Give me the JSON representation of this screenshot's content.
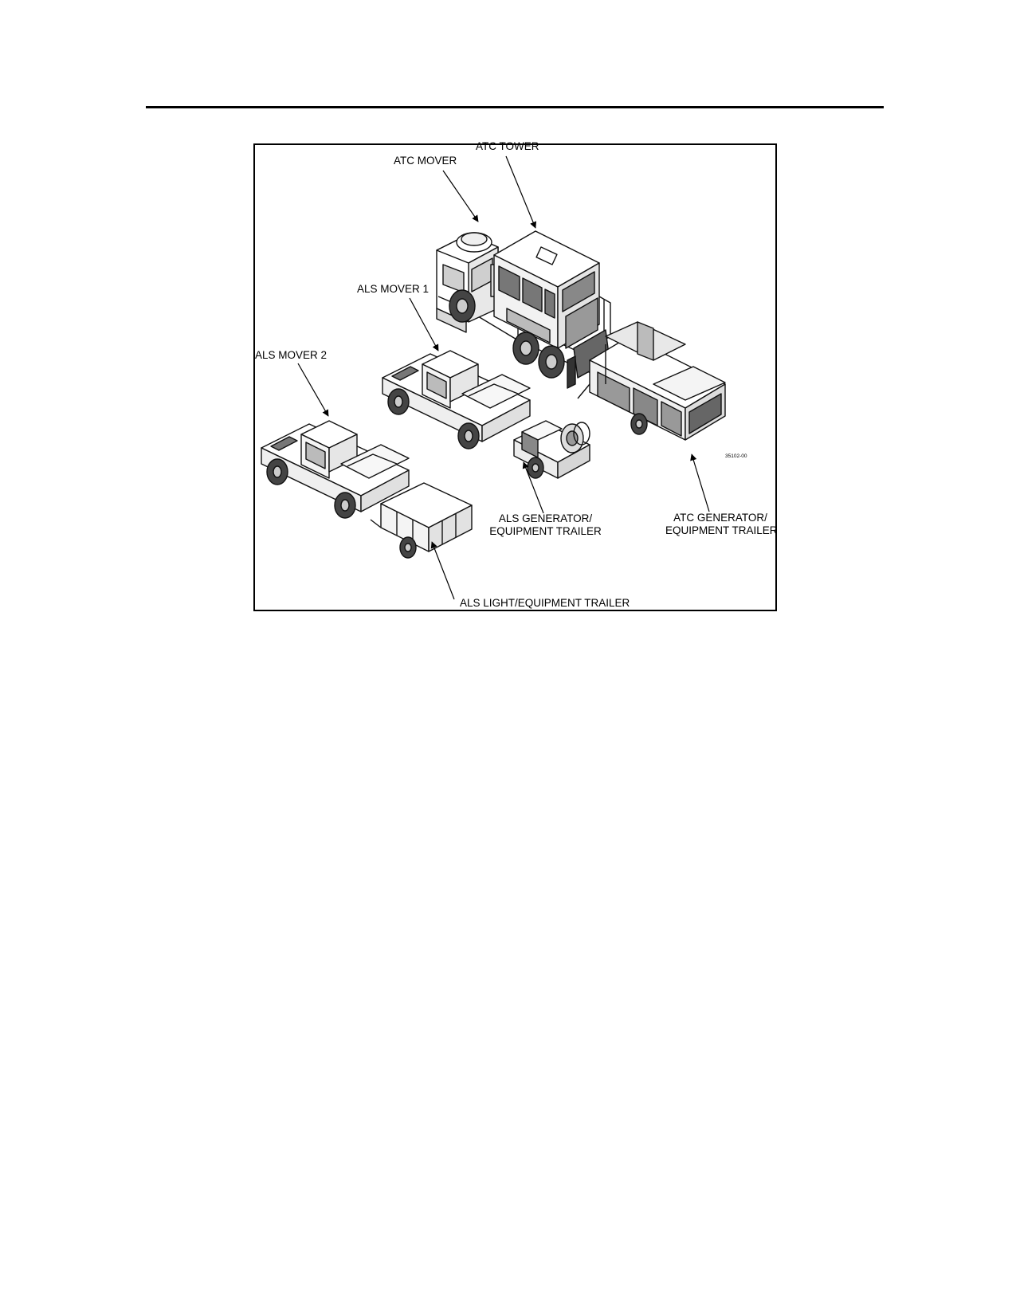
{
  "figure": {
    "labels": {
      "atc_tower": "ATC TOWER",
      "atc_mover": "ATC MOVER",
      "als_mover_1": "ALS MOVER 1",
      "als_mover_2": "ALS MOVER 2",
      "als_generator_line1": "ALS GENERATOR/",
      "als_generator_line2": "EQUIPMENT TRAILER",
      "atc_generator_line1": "ATC GENERATOR/",
      "atc_generator_line2": "EQUIPMENT TRAILER",
      "als_light_trailer": "ALS LIGHT/EQUIPMENT TRAILER"
    },
    "drawing_number": "35102-00"
  }
}
